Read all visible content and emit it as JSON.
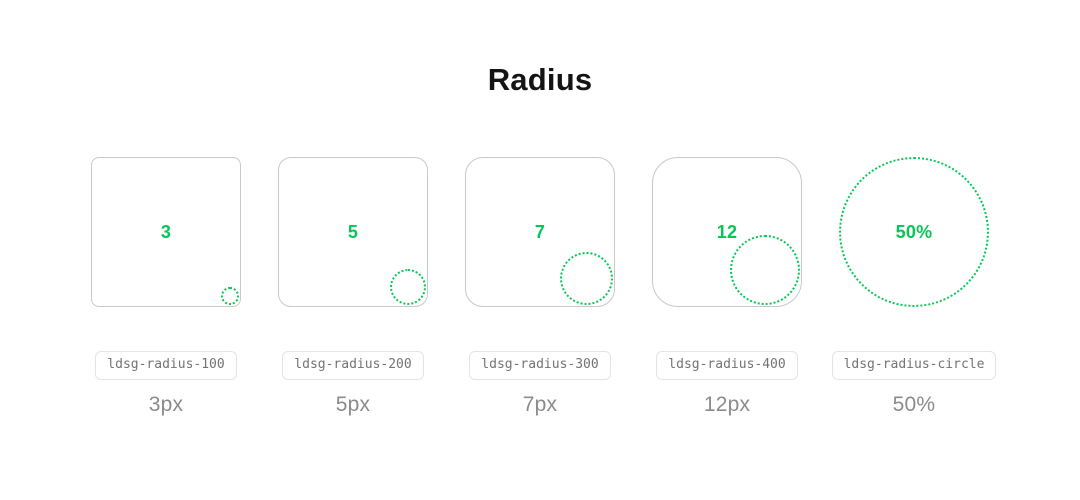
{
  "page": {
    "title": "Radius"
  },
  "colors": {
    "accent_green": "#06c755",
    "swatch_border": "#c9c9c9",
    "chip_border": "#e4e4e4",
    "chip_text": "#737373",
    "size_text": "#8b8b8b",
    "title_text": "#141414"
  },
  "items": [
    {
      "value": "3",
      "token": "ldsg-radius-100",
      "size": "3px"
    },
    {
      "value": "5",
      "token": "ldsg-radius-200",
      "size": "5px"
    },
    {
      "value": "7",
      "token": "ldsg-radius-300",
      "size": "7px"
    },
    {
      "value": "12",
      "token": "ldsg-radius-400",
      "size": "12px"
    },
    {
      "value": "50%",
      "token": "ldsg-radius-circle",
      "size": "50%"
    }
  ]
}
